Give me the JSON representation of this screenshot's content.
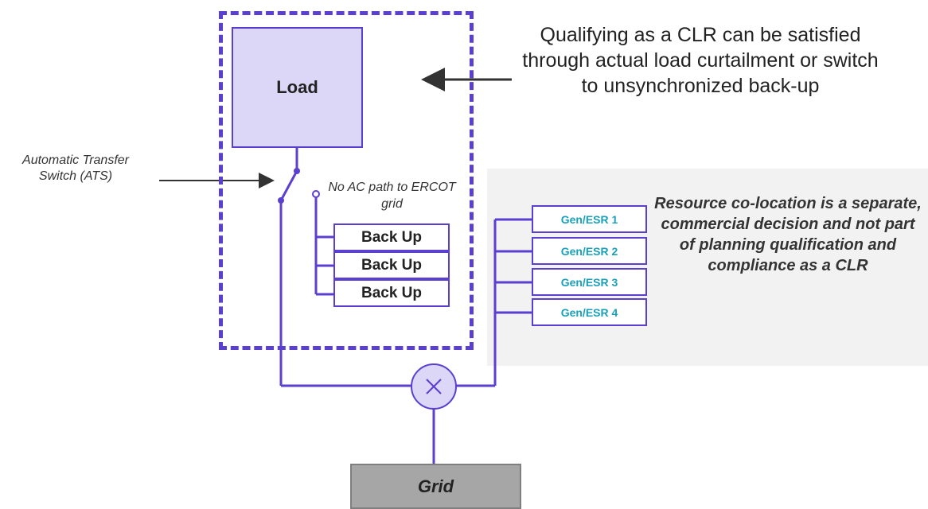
{
  "load": {
    "label": "Load"
  },
  "callout": {
    "text": "Qualifying as a CLR can be satisfied through actual load curtailment or switch to unsynchronized back-up"
  },
  "ats": {
    "label": "Automatic Transfer Switch (ATS)"
  },
  "no_ac_path": {
    "label": "No AC path to ERCOT grid"
  },
  "backups": [
    "Back Up",
    "Back Up",
    "Back Up"
  ],
  "generators": [
    "Gen/ESR 1",
    "Gen/ESR 2",
    "Gen/ESR 3",
    "Gen/ESR 4"
  ],
  "colocation_note": {
    "text": "Resource co-location is a separate, commercial decision and not part of planning qualification and compliance as a CLR"
  },
  "grid": {
    "label": "Grid"
  },
  "colors": {
    "accent": "#5b3fd1",
    "gen_text": "#1aa0b8",
    "panel": "#f2f2f2",
    "grid_fill": "#a6a6a6"
  }
}
